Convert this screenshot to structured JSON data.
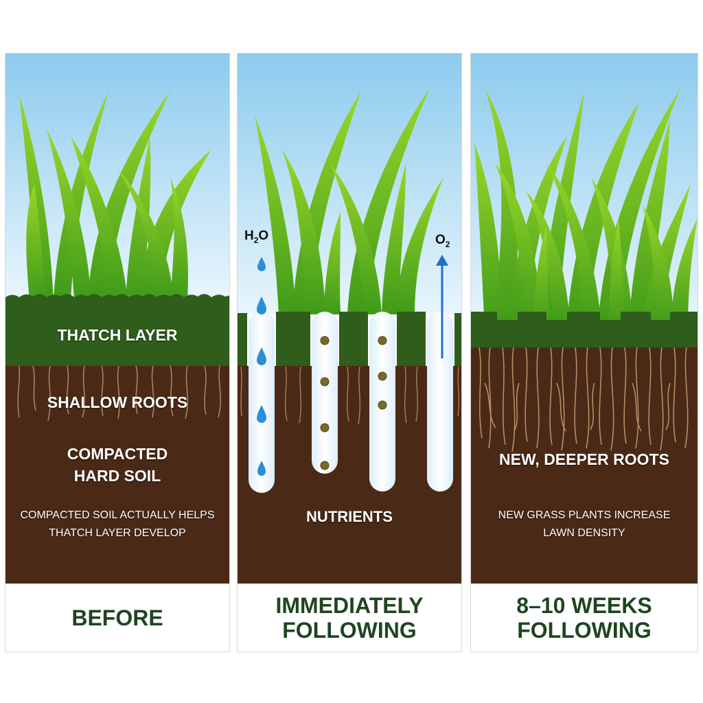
{
  "panels": [
    {
      "labels": {
        "thatch": "THATCH LAYER",
        "roots": "SHALLOW ROOTS",
        "soil_line1": "COMPACTED",
        "soil_line2": "HARD SOIL",
        "note_line1": "COMPACTED SOIL ACTUALLY HELPS",
        "note_line2": "THATCH LAYER DEVELOP"
      },
      "caption": "BEFORE"
    },
    {
      "labels": {
        "water": "H",
        "water_sub": "2",
        "water_end": "O",
        "oxygen": "O",
        "oxygen_sub": "2",
        "nutrients": "NUTRIENTS"
      },
      "caption_line1": "IMMEDIATELY",
      "caption_line2": "FOLLOWING"
    },
    {
      "labels": {
        "roots": "NEW, DEEPER ROOTS",
        "note_line1": "NEW GRASS PLANTS INCREASE",
        "note_line2": "LAWN DENSITY"
      },
      "caption_line1": "8–10 WEEKS",
      "caption_line2": "FOLLOWING"
    }
  ],
  "colors": {
    "sky_top": "#8ccbee",
    "sky_bottom": "#e8f5fc",
    "grass_light": "#9ad72a",
    "grass_dark": "#3f9a19",
    "thatch": "#2f5d1c",
    "soil": "#4a2a17",
    "roots": "#c9a070",
    "caption_text": "#1f4520",
    "water_drop": "#2a8fd6",
    "arrow": "#1f6fd0",
    "nutrient": "#7a6a2a"
  }
}
